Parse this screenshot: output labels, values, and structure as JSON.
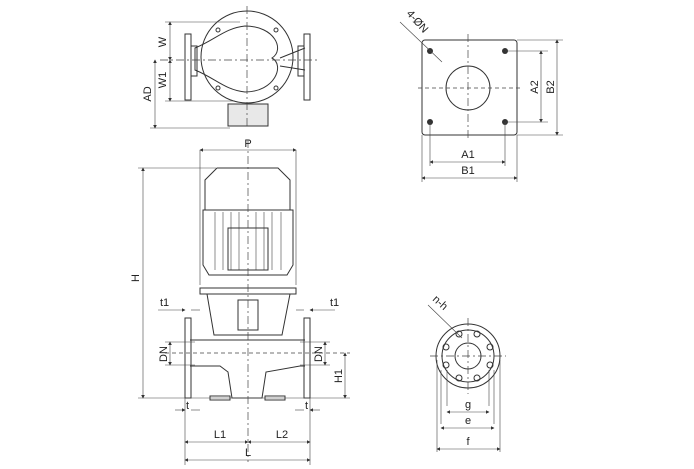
{
  "top_view": {
    "labels": {
      "w": "W",
      "w1": "W1",
      "ad": "AD"
    }
  },
  "base_plate_view": {
    "labels": {
      "holes": "4-ØN",
      "a1": "A1",
      "a2": "A2",
      "b1": "B1",
      "b2": "B2"
    }
  },
  "side_view": {
    "labels": {
      "p": "P",
      "h": "H",
      "t1_left": "t1",
      "t1_right": "t1",
      "dn_left": "DN",
      "dn_right": "DN",
      "h1": "H1",
      "t_left": "t",
      "t_right": "t",
      "l1": "L1",
      "l2": "L2",
      "l": "L"
    }
  },
  "flange_view": {
    "labels": {
      "holes": "n-h",
      "g": "g",
      "e": "e",
      "f": "f"
    }
  },
  "colors": {
    "line": "#333333",
    "background": "#ffffff"
  }
}
